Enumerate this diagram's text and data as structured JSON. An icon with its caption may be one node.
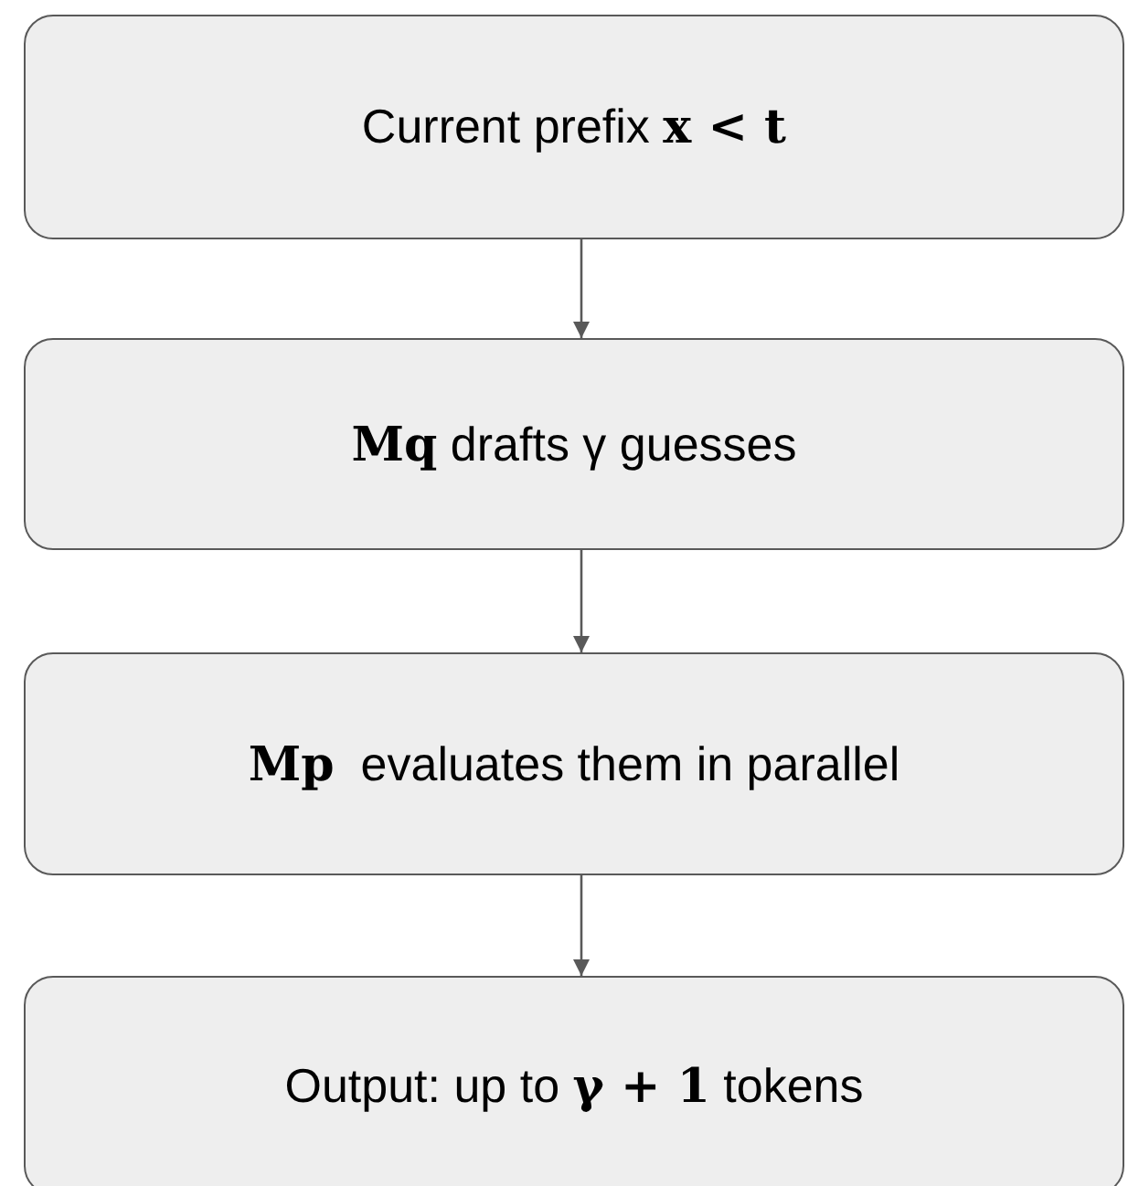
{
  "diagram": {
    "nodes": [
      {
        "text": [
          "Current prefix **x < t**"
        ]
      },
      {
        "text": [
          "**Mq** drafts γ guesses"
        ]
      },
      {
        "text": [
          "**Mp**  evaluates them in parallel"
        ]
      },
      {
        "text": [
          "Output: up to **γ + 1** tokens"
        ]
      }
    ],
    "edges": [
      {
        "from": 0,
        "to": 1,
        "arrow": "to"
      },
      {
        "from": 1,
        "to": 2,
        "arrow": "to"
      },
      {
        "from": 2,
        "to": 3,
        "arrow": "to"
      }
    ]
  }
}
